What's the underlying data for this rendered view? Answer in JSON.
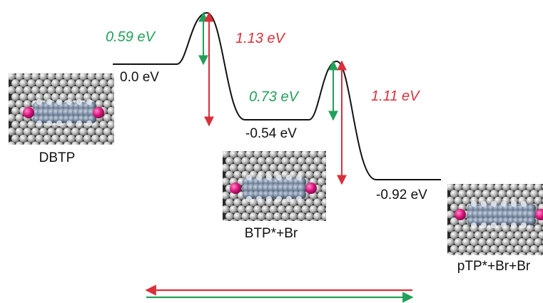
{
  "colors": {
    "forward": "#22a05a",
    "reverse": "#d9303a",
    "curve": "#111111",
    "bromine": "#e0137f",
    "carbon": "#5e6e84",
    "surface_atom": "#a9a9a9",
    "panel_bg": "#2a2a2a"
  },
  "levels": [
    {
      "energy": 0.0,
      "label": "0.0 eV"
    },
    {
      "energy": -0.54,
      "label": "-0.54 eV"
    },
    {
      "energy": -0.92,
      "label": "-0.92 eV"
    }
  ],
  "barriers": [
    {
      "forward_label": "0.59 eV",
      "reverse_label": "1.13 eV",
      "forward_value": 0.59,
      "reverse_value": 1.13
    },
    {
      "forward_label": "0.73 eV",
      "reverse_label": "1.11 eV",
      "forward_value": 0.73,
      "reverse_value": 1.11
    }
  ],
  "molecules": [
    {
      "name": "DBTP",
      "left_br": true,
      "right_br": true
    },
    {
      "name": "BTP*+Br",
      "left_br": true,
      "right_br": true
    },
    {
      "name": "pTP*+Br+Br",
      "left_br": true,
      "right_br": true
    }
  ],
  "direction_arrows": [
    {
      "direction": "reverse",
      "color_key": "reverse"
    },
    {
      "direction": "forward",
      "color_key": "forward"
    }
  ]
}
